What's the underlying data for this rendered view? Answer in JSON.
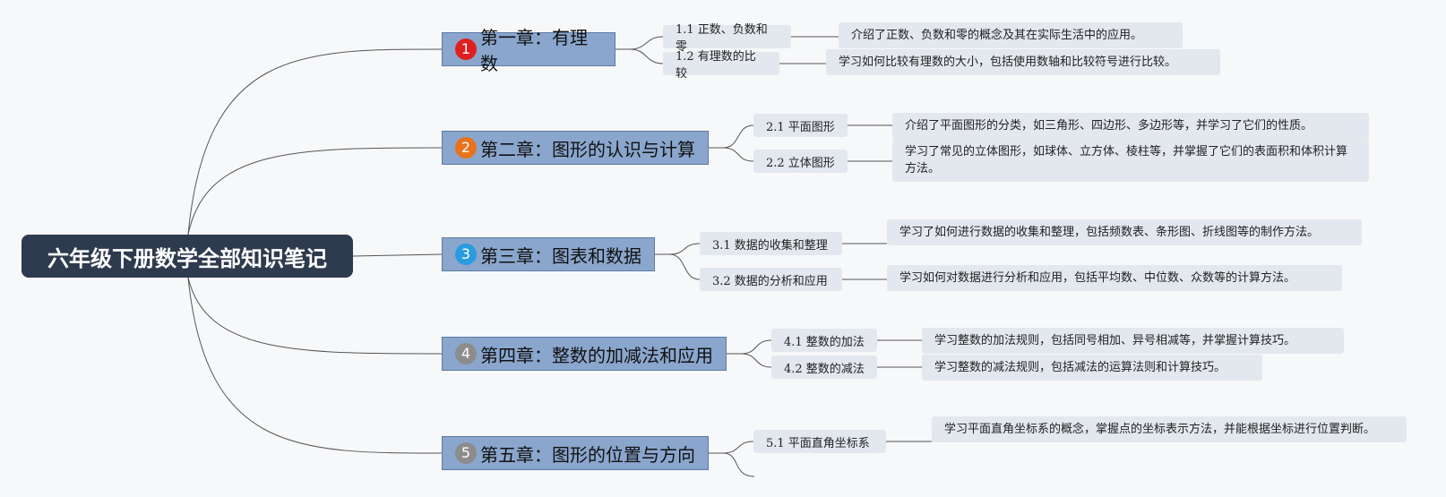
{
  "root": {
    "title": "六年级下册数学全部知识笔记"
  },
  "chapters": [
    {
      "badge": "1",
      "badge_color": "#e02020",
      "title": "第一章：有理数",
      "sections": [
        {
          "label": "1.1 正数、负数和零",
          "desc": "介绍了正数、负数和零的概念及其在实际生活中的应用。"
        },
        {
          "label": "1.2 有理数的比较",
          "desc": "学习如何比较有理数的大小，包括使用数轴和比较符号进行比较。"
        }
      ]
    },
    {
      "badge": "2",
      "badge_color": "#e8731c",
      "title": "第二章：图形的认识与计算",
      "sections": [
        {
          "label": "2.1 平面图形",
          "desc": "介绍了平面图形的分类，如三角形、四边形、多边形等，并学习了它们的性质。"
        },
        {
          "label": "2.2 立体图形",
          "desc": "学习了常见的立体图形，如球体、立方体、棱柱等，并掌握了它们的表面积和体积计算方法。"
        }
      ]
    },
    {
      "badge": "3",
      "badge_color": "#2a9be0",
      "title": "第三章：图表和数据",
      "sections": [
        {
          "label": "3.1 数据的收集和整理",
          "desc": "学习了如何进行数据的收集和整理，包括频数表、条形图、折线图等的制作方法。"
        },
        {
          "label": "3.2 数据的分析和应用",
          "desc": "学习如何对数据进行分析和应用，包括平均数、中位数、众数等的计算方法。"
        }
      ]
    },
    {
      "badge": "4",
      "badge_color": "#8c8c8c",
      "title": "第四章：整数的加减法和应用",
      "sections": [
        {
          "label": "4.1 整数的加法",
          "desc": "学习整数的加法规则，包括同号相加、异号相减等，并掌握计算技巧。"
        },
        {
          "label": "4.2 整数的减法",
          "desc": "学习整数的减法规则，包括减法的运算法则和计算技巧。"
        }
      ]
    },
    {
      "badge": "5",
      "badge_color": "#8c8c8c",
      "title": "第五章：图形的位置与方向",
      "sections": [
        {
          "label": "5.1 平面直角坐标系",
          "desc": "学习平面直角坐标系的概念，掌握点的坐标表示方法，并能根据坐标进行位置判断。"
        }
      ]
    }
  ]
}
